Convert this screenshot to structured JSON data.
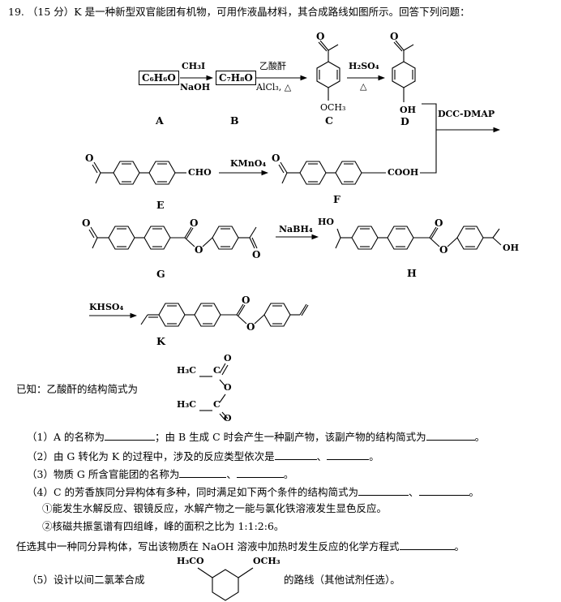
{
  "question": {
    "number": "19.",
    "intro": "（15 分）K 是一种新型双官能团有机物，可用作液晶材料，其合成路线如图所示。回答下列问题："
  },
  "scheme": {
    "A_formula": "C₆H₆O",
    "B_formula": "C₇H₈O",
    "reagents": {
      "step1_top": "CH₃I",
      "step1_bottom": "NaOH",
      "step2_top": "乙酸酐",
      "step2_bottom": "AlCl₃, △",
      "step3_top": "H₂SO₄",
      "step3_bottom": "△",
      "coupling": "DCC-DMAP",
      "oxidation": "KMnO₄",
      "reduction": "NaBH₄",
      "dehydration": "KHSO₄"
    },
    "groups": {
      "OCH3": "OCH₃",
      "OH": "OH",
      "HO": "HO",
      "CHO": "CHO",
      "COOH": "COOH"
    },
    "labels": {
      "A": "A",
      "B": "B",
      "C": "C",
      "D": "D",
      "E": "E",
      "F": "F",
      "G": "G",
      "H": "H",
      "K": "K"
    }
  },
  "known": {
    "text": "已知：乙酸酐的结构简式为",
    "H3C": "H₃C",
    "C": "C",
    "O": "O"
  },
  "questions": {
    "q1a": "（1）A 的名称为",
    "q1b": "；由 B 生成 C 时会产生一种副产物，该副产物的结构简式为",
    "q2": "（2）由 G 转化为 K 的过程中，涉及的反应类型依次是",
    "q3": "（3）物质 G 所含官能团的名称为",
    "q4": "（4）C 的芳香族同分异构体有多种，同时满足如下两个条件的结构简式为",
    "cond1": "①能发生水解反应、银镜反应，水解产物之一能与氯化铁溶液发生显色反应。",
    "cond2": "②核磁共振氢谱有四组峰，峰的面积之比为 1:1:2:6。",
    "q4b": "任选其中一种同分异构体，写出该物质在 NaOH 溶液中加热时发生反应的化学方程式",
    "q5a": "（5）设计以间二氯苯合成",
    "q5b": "的路线（其他试剂任选）。",
    "H3CO": "H₃CO",
    "OCH3": "OCH₃",
    "sep": "、",
    "period": "。"
  }
}
